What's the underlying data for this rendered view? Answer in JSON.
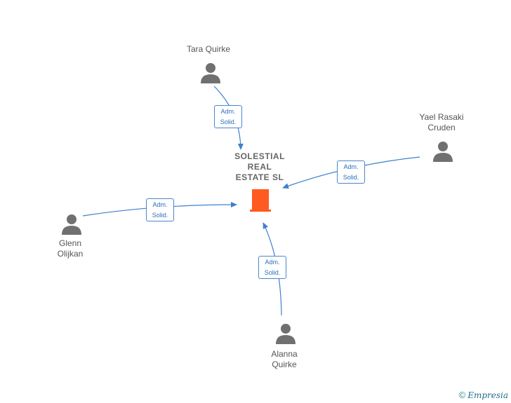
{
  "company": {
    "lines": [
      "SOLESTIAL",
      "REAL",
      "ESTATE  SL"
    ],
    "color": "#ff5a1f"
  },
  "people": [
    {
      "id": "tara",
      "lines": [
        "Tara Quirke"
      ]
    },
    {
      "id": "yael",
      "lines": [
        "Yael Rasaki",
        "Cruden"
      ]
    },
    {
      "id": "glenn",
      "lines": [
        "Glenn",
        "Olijkan"
      ]
    },
    {
      "id": "alanna",
      "lines": [
        "Alanna",
        "Quirke"
      ]
    }
  ],
  "relation_label": {
    "line1": "Adm.",
    "line2": "Solid."
  },
  "edge_color": "#3f7fd0",
  "person_color": "#707070",
  "footer": {
    "copyright": "©",
    "brand": "Empresia"
  }
}
